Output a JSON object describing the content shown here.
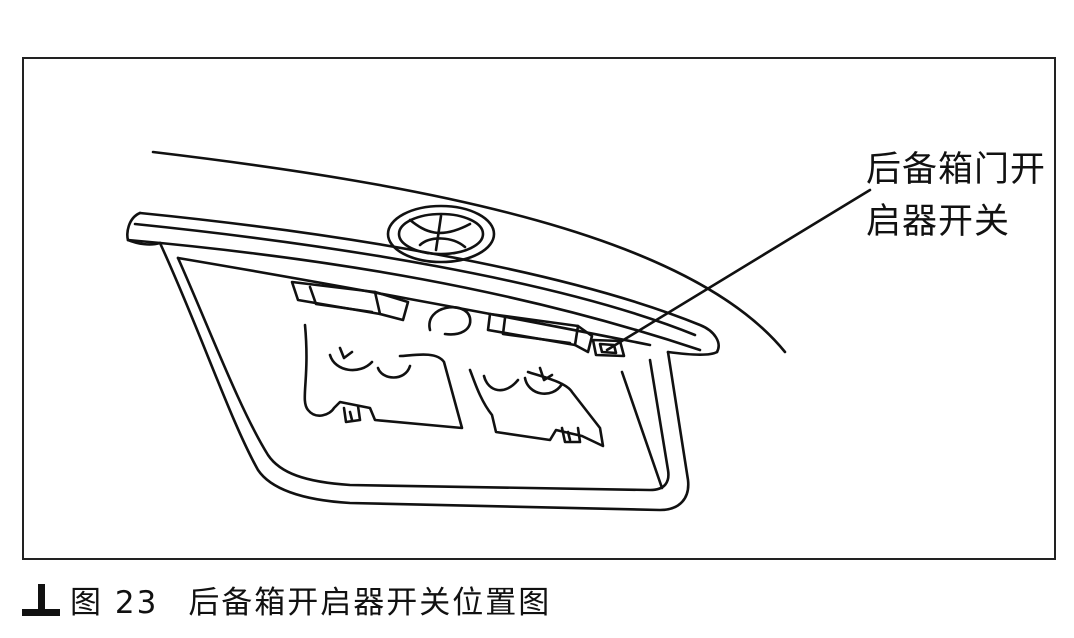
{
  "callout": {
    "line1": "后备箱门开",
    "line2": "启器开关"
  },
  "caption": {
    "figure_number": "图 23",
    "title": "后备箱开启器开关位置图"
  }
}
